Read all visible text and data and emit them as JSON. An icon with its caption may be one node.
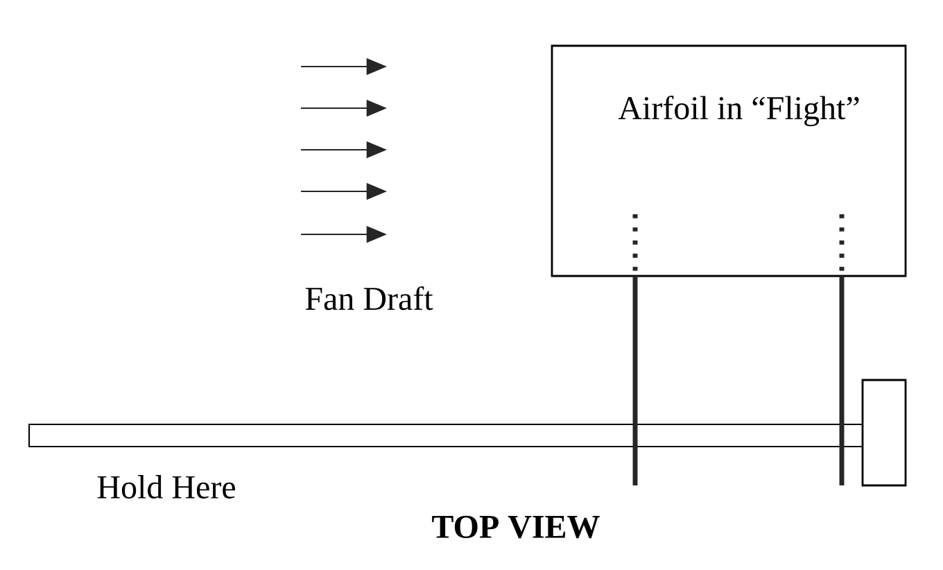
{
  "diagram": {
    "caption": "TOP VIEW",
    "nodes": [
      {
        "text": [
          "Airfoil in “Flight”"
        ]
      },
      {
        "text": [],
        "shape": "bar",
        "beside": [
          "Hold Here"
        ]
      },
      {
        "text": [],
        "shape": "box"
      }
    ],
    "labels": [
      "Fan Draft"
    ]
  }
}
